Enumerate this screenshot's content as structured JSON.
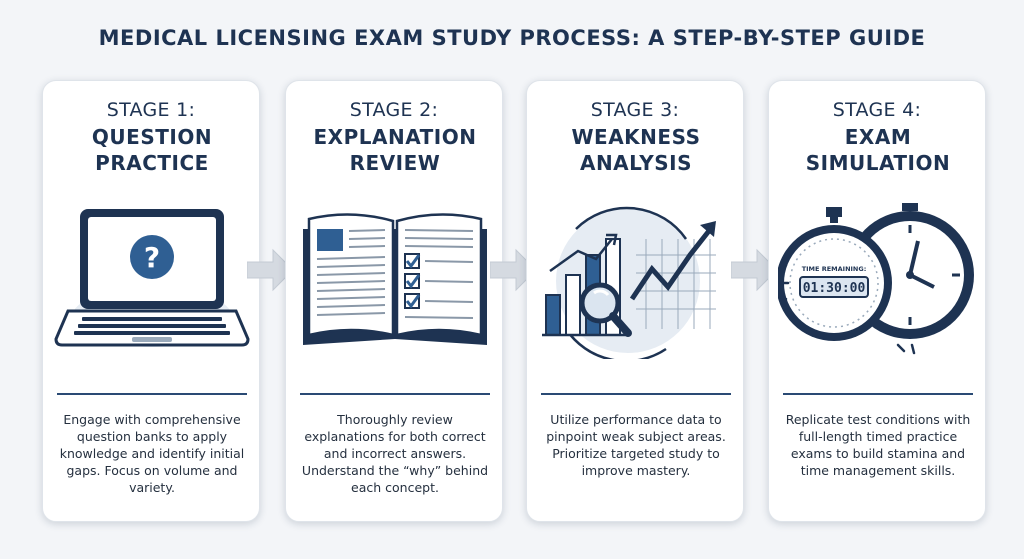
{
  "title": "MEDICAL LICENSING EXAM STUDY PROCESS: A STEP-BY-STEP GUIDE",
  "stages": [
    {
      "label": "STAGE 1:",
      "name_line1": "QUESTION",
      "name_line2": "PRACTICE",
      "icon": "laptop-question-icon",
      "description": "Engage with comprehensive question banks to apply knowledge and identify initial gaps. Focus on volume and variety."
    },
    {
      "label": "STAGE 2:",
      "name_line1": "EXPLANATION",
      "name_line2": "REVIEW",
      "icon": "open-book-checklist-icon",
      "description": "Thoroughly review explanations for both correct and incorrect answers. Understand the “why” behind each concept."
    },
    {
      "label": "STAGE 3:",
      "name_line1": "WEAKNESS",
      "name_line2": "ANALYSIS",
      "icon": "chart-magnifier-icon",
      "description": "Utilize performance data to pinpoint weak subject areas. Prioritize targeted study to improve mastery."
    },
    {
      "label": "STAGE 4:",
      "name_line1": "EXAM",
      "name_line2": "SIMULATION",
      "icon": "stopwatch-clock-icon",
      "timer_label": "TIME REMAINING:",
      "timer_value": "01:30:00",
      "description": "Replicate test conditions with full-length timed practice exams to build stamina and time management skills."
    }
  ],
  "colors": {
    "navy": "#1e3352",
    "accent_blue": "#2f5f93",
    "light_blue": "#dbe5f0",
    "arrow_gray": "#d5dae1"
  }
}
